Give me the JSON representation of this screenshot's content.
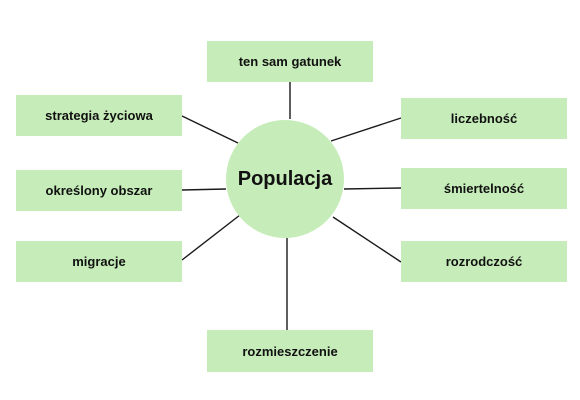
{
  "colors": {
    "node_fill": "#c6edb9",
    "line": "#1a1a1a"
  },
  "center": {
    "label": "Populacja"
  },
  "nodes": {
    "top": "ten sam gatunek",
    "top_left": "strategia życiowa",
    "mid_left": "określony obszar",
    "bottom_left": "migracje",
    "top_right": "liczebność",
    "mid_right": "śmiertelność",
    "bottom_right": "rozrodczość",
    "bottom": "rozmieszczenie"
  }
}
